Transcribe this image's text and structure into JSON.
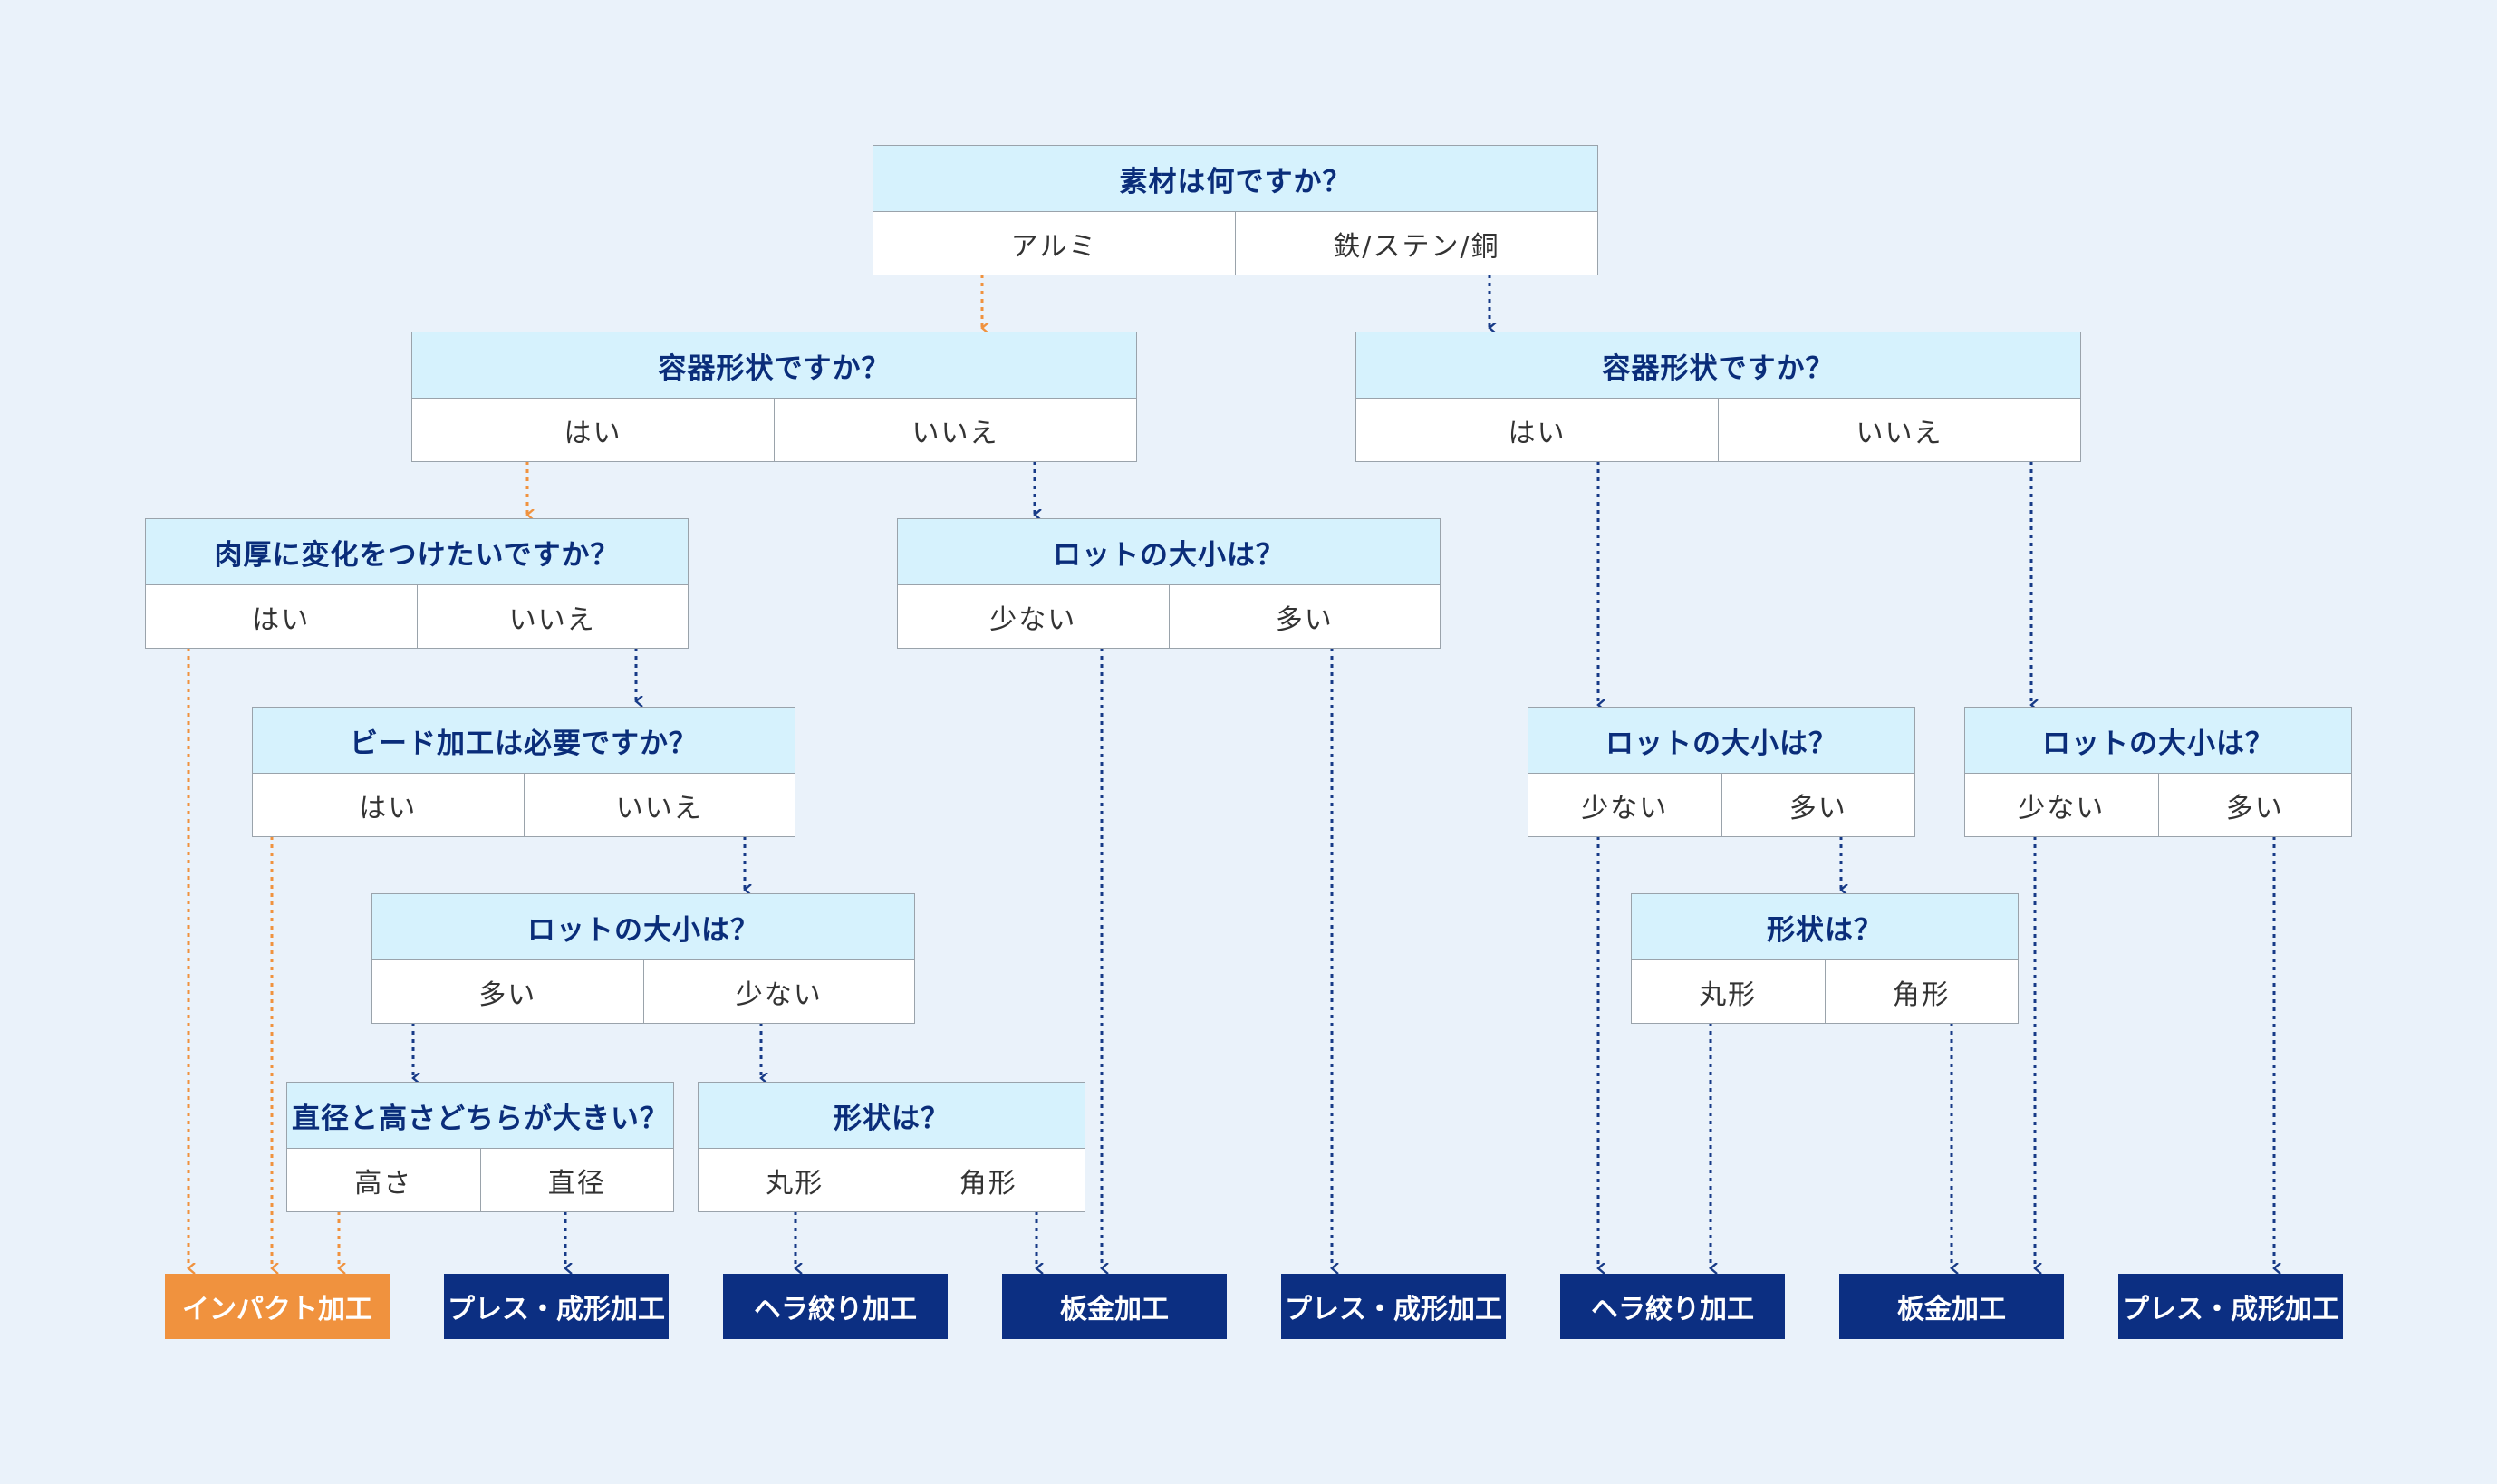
{
  "colors": {
    "background": "#eaf2fa",
    "question_bg": "#d6f2fd",
    "question_text": "#0a2d7a",
    "result_navy": "#0c2f82",
    "result_orange": "#f0923e",
    "arrow_orange": "#f0923e",
    "arrow_navy": "#173a87"
  },
  "nodes": {
    "n1": {
      "question": "素材は何ですか？",
      "options": [
        "アルミ",
        "鉄/ステン/銅"
      ]
    },
    "n2": {
      "question": "容器形状ですか？",
      "options": [
        "はい",
        "いいえ"
      ]
    },
    "n3": {
      "question": "容器形状ですか？",
      "options": [
        "はい",
        "いいえ"
      ]
    },
    "n4": {
      "question": "肉厚に変化をつけたいですか？",
      "options": [
        "はい",
        "いいえ"
      ]
    },
    "n5": {
      "question": "ロットの大小は？",
      "options": [
        "少ない",
        "多い"
      ]
    },
    "n6": {
      "question": "ビード加工は必要ですか？",
      "options": [
        "はい",
        "いいえ"
      ]
    },
    "n7": {
      "question": "ロットの大小は？",
      "options": [
        "少ない",
        "多い"
      ]
    },
    "n8": {
      "question": "ロットの大小は？",
      "options": [
        "少ない",
        "多い"
      ]
    },
    "n9": {
      "question": "ロットの大小は？",
      "options": [
        "多い",
        "少ない"
      ]
    },
    "n10": {
      "question": "形状は？",
      "options": [
        "丸形",
        "角形"
      ]
    },
    "n11": {
      "question": "直径と高さどちらが大きい？",
      "options": [
        "高さ",
        "直径"
      ]
    },
    "n12": {
      "question": "形状は？",
      "options": [
        "丸形",
        "角形"
      ]
    }
  },
  "results": [
    "インパクト加工",
    "プレス・成形加工",
    "ヘラ絞り加工",
    "板金加工",
    "プレス・成形加工",
    "ヘラ絞り加工",
    "板金加工",
    "プレス・成形加工"
  ]
}
